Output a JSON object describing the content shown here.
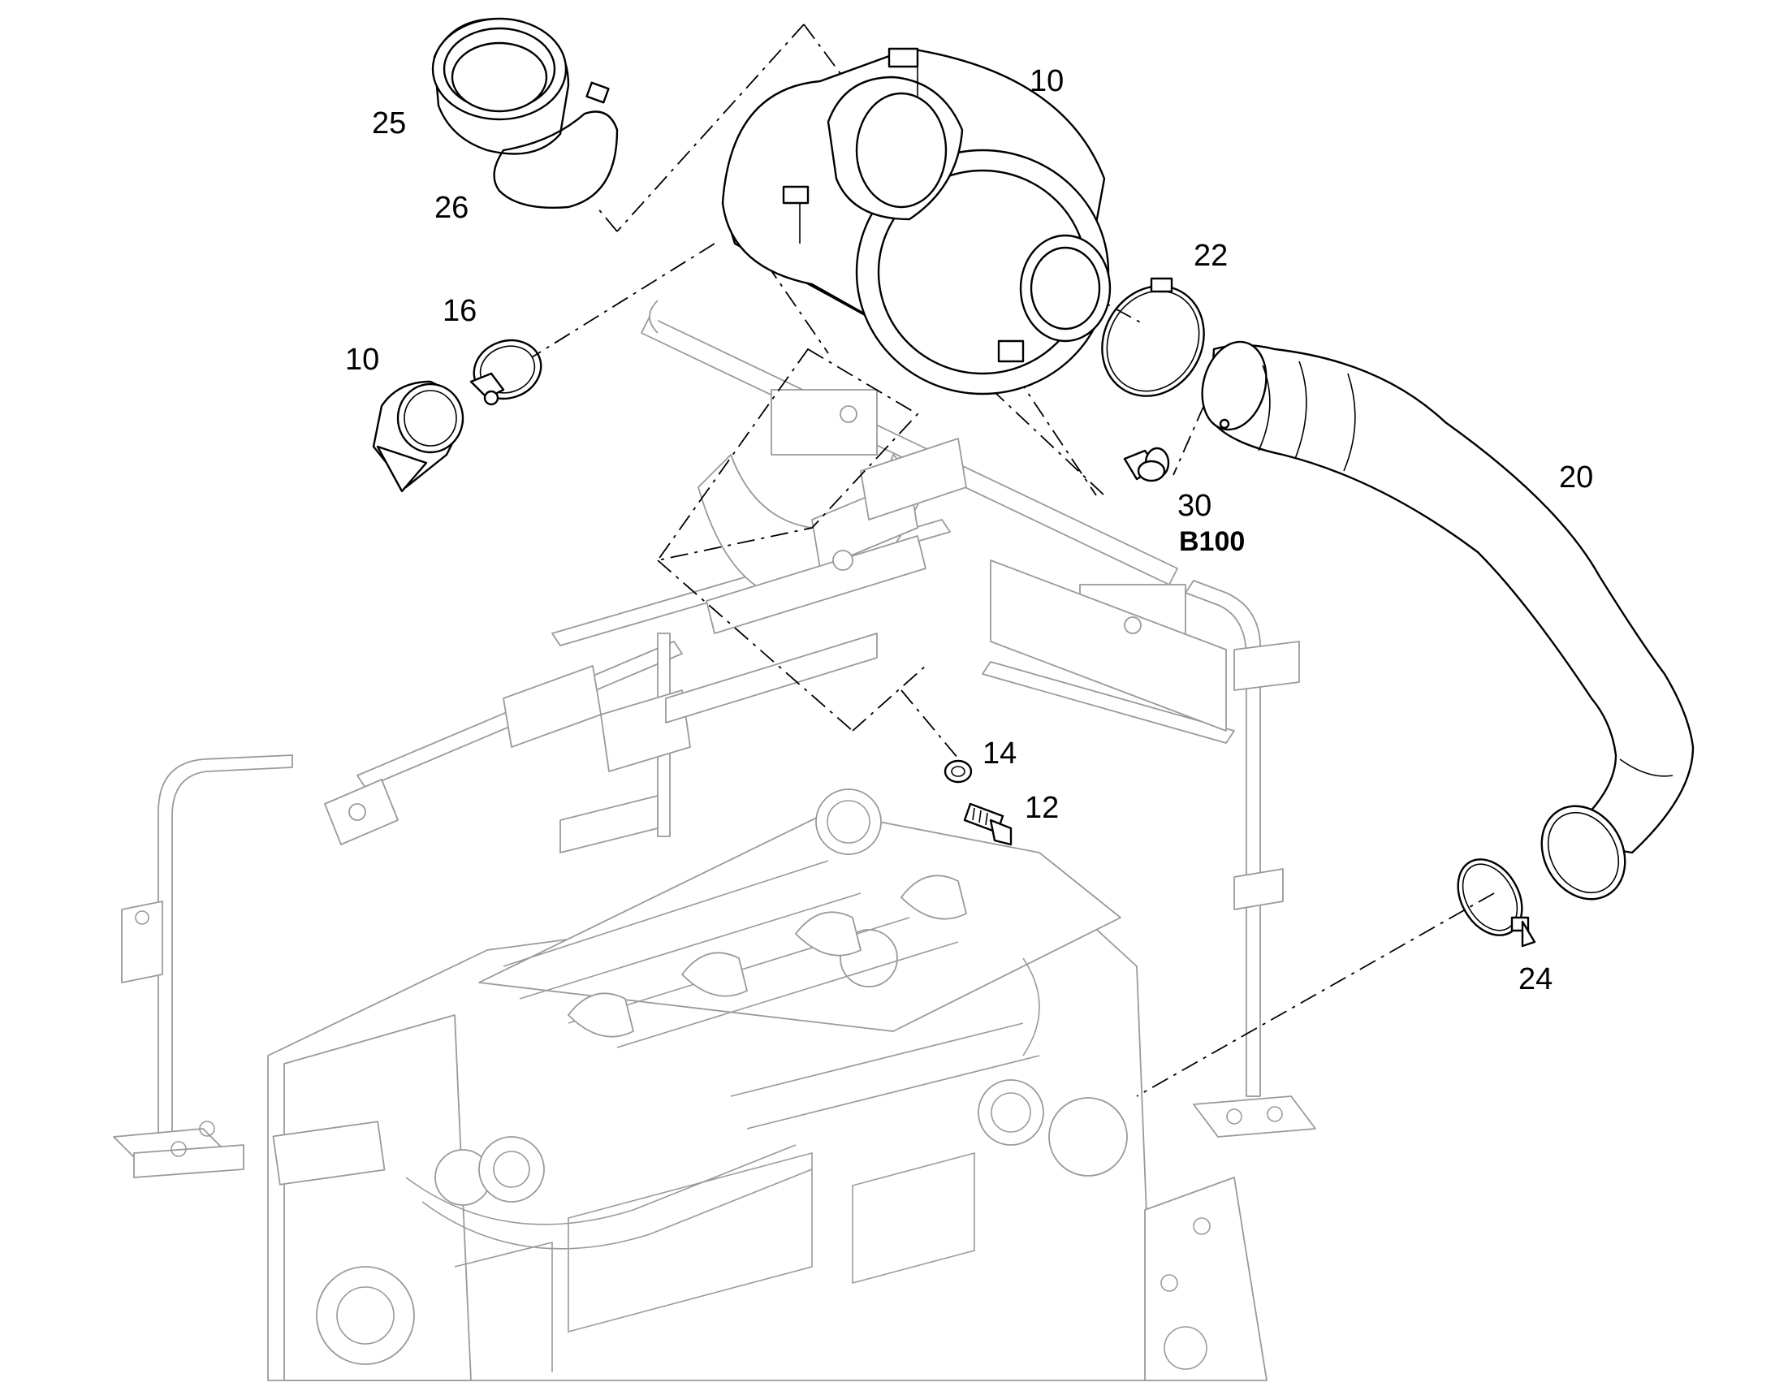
{
  "callouts": {
    "c10_top": "10",
    "c25": "25",
    "c26": "26",
    "c22": "22",
    "c16": "16",
    "c10_left": "10",
    "c20": "20",
    "c30": "30",
    "c30_sub": "B100",
    "c14": "14",
    "c12": "12",
    "c24": "24"
  }
}
